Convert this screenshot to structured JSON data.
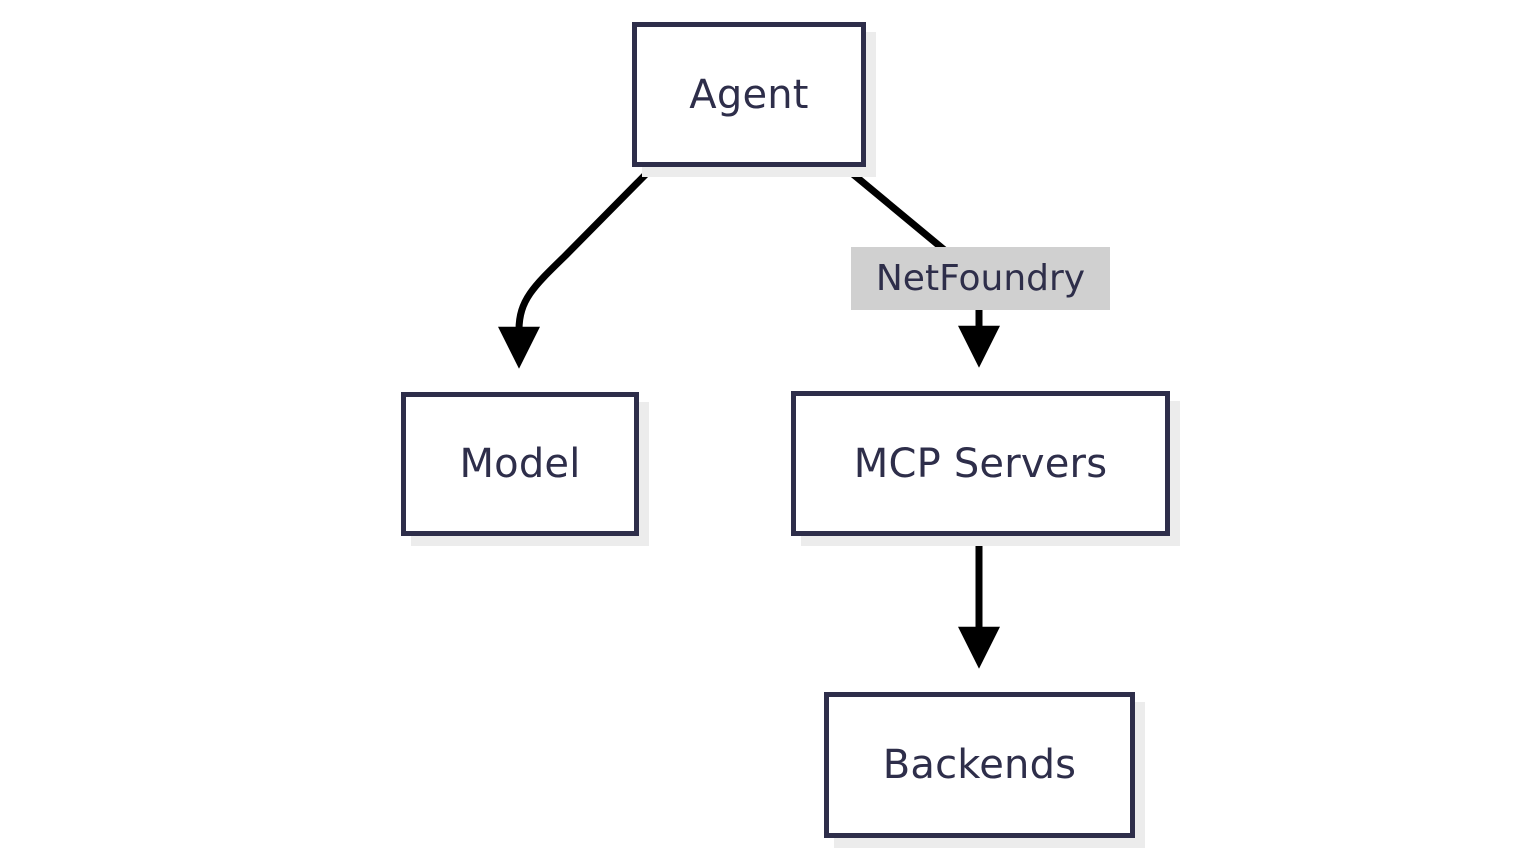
{
  "diagram": {
    "type": "flowchart",
    "direction": "top-down",
    "background_color": "#ffffff",
    "node_border_color": "#2e2e4a",
    "node_fill_color": "#ffffff",
    "node_text_color": "#2e2e4a",
    "node_shadow_color": "#ececec",
    "edge_color": "#000000",
    "edge_label_background_color": "#d0d0d0",
    "nodes": [
      {
        "id": "agent",
        "label": "Agent"
      },
      {
        "id": "model",
        "label": "Model"
      },
      {
        "id": "mcp",
        "label": "MCP Servers"
      },
      {
        "id": "backends",
        "label": "Backends"
      }
    ],
    "edges": [
      {
        "from": "agent",
        "to": "model",
        "label": ""
      },
      {
        "from": "agent",
        "to": "mcp",
        "label": "NetFoundry"
      },
      {
        "from": "mcp",
        "to": "backends",
        "label": ""
      }
    ]
  }
}
